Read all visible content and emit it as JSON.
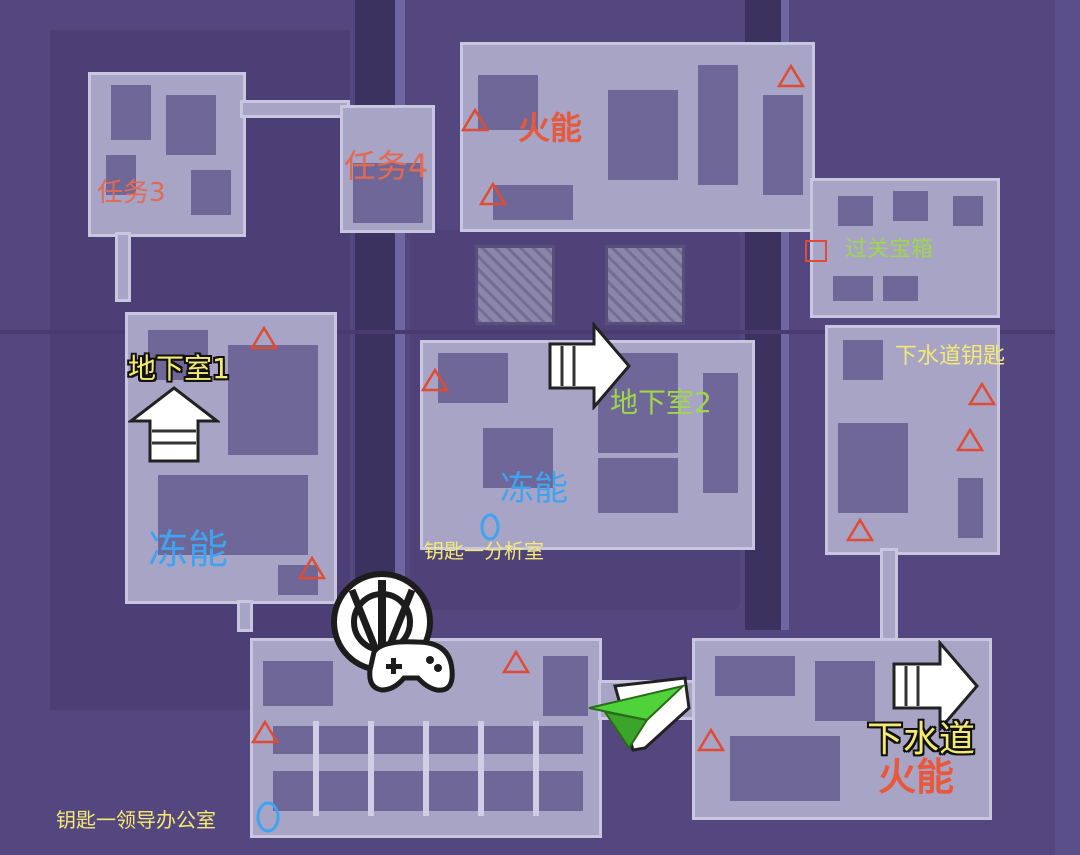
{
  "map": {
    "background": "#54477f",
    "room_fill": "#a8a4c6",
    "room_dark": "#6f6797"
  },
  "labels": {
    "mission3": "任务3",
    "mission4": "任务4",
    "fire_top": "火能",
    "chest": "过关宝箱",
    "basement1": "地下室1",
    "basement2": "地下室2",
    "sewer_key": "下水道钥匙",
    "freeze_center": "冻能",
    "freeze_left": "冻能",
    "key_lab": "钥匙一分析室",
    "sewer": "下水道",
    "fire_bottom": "火能",
    "key_office": "钥匙一领导办公室"
  },
  "colors": {
    "marker_red": "#e04c33",
    "mission_text": "#e26a52",
    "yellow_text": "#f4ea72",
    "green_text": "#9fd64a",
    "blue_text": "#3ea4f0",
    "player_green": "#4fd23a"
  },
  "icons": {
    "hazard_marker": "triangle-outline",
    "key_marker": "circle-outline",
    "chest_marker": "square-outline",
    "exit_arrow": "white-arrow",
    "player": "green-arrow",
    "controller": "gamepad-icon"
  }
}
